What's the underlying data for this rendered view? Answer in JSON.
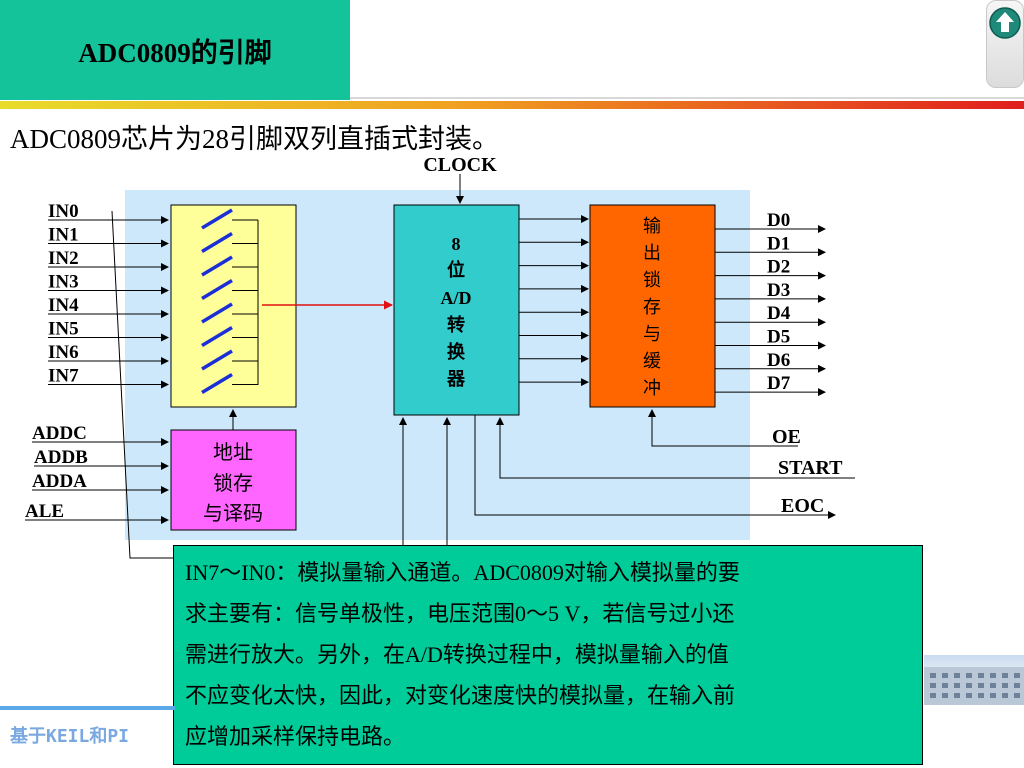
{
  "slide": {
    "title": "ADC0809的引脚",
    "intro": "ADC0809芯片为28引脚双列直插式封装。",
    "footer": "基于KEIL和PI"
  },
  "diagram": {
    "clock_label": "CLOCK",
    "inputs": [
      "IN0",
      "IN1",
      "IN2",
      "IN3",
      "IN4",
      "IN5",
      "IN6",
      "IN7"
    ],
    "address_pins": [
      "ADDC",
      "ADDB",
      "ADDA",
      "ALE"
    ],
    "outputs": [
      "D0",
      "D1",
      "D2",
      "D3",
      "D4",
      "D5",
      "D6",
      "D7"
    ],
    "control_pins": [
      "OE",
      "START",
      "EOC"
    ],
    "address_block": [
      "地址",
      "锁存",
      "与译码"
    ],
    "adc_block": [
      "8",
      "位",
      "A/D",
      "转",
      "换",
      "器"
    ],
    "buffer_block": [
      "输",
      "出",
      "锁",
      "存",
      "与",
      "缓",
      "冲"
    ]
  },
  "note": {
    "lines": [
      "IN7～IN0：模拟量输入通道。ADC0809对输入模拟量的要",
      "求主要有：信号单极性，电压范围0～5 V，若信号过小还",
      "需进行放大。另外，在A/D转换过程中，模拟量输入的值",
      "不应变化太快，因此，对变化速度快的模拟量，在输入前",
      "应增加采样保持电路。"
    ]
  },
  "colors": {
    "title_bg": "#14c39a",
    "diagram_bg": "#cce8fa",
    "mux_block": "#ffff99",
    "address_block": "#ff66ff",
    "adc_block": "#33cccc",
    "buffer_block": "#ff6600",
    "note_bg": "#00cc99",
    "switch": "#1a2fd6",
    "signal_arrow": "#e01010"
  },
  "icons": {
    "home": "up-arrow-home-icon",
    "photo": "building-photo"
  }
}
